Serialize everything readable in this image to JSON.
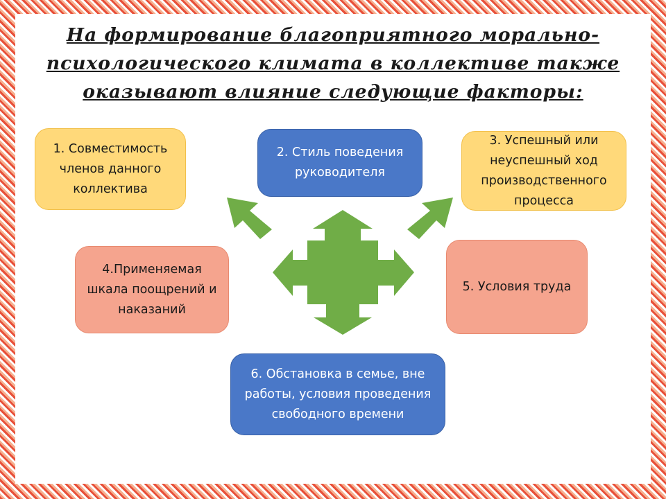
{
  "title": "На формирование благоприятного морально-психологического климата в коллективе также оказывают влияние следующие факторы:",
  "title_lines": [
    "На формирование благоприятного морально-",
    "психологического климата в коллективе также",
    "оказывают влияние следующие факторы:"
  ],
  "factors": [
    {
      "label": "1. Совместимость членов данного коллектива",
      "color": "#ffd97a"
    },
    {
      "label": "2. Стиль поведения руководителя",
      "color": "#4a78c8"
    },
    {
      "label": "3. Успешный или неуспешный ход производственного процесса",
      "color": "#ffd97a"
    },
    {
      "label": "4.Применяемая шкала поощрений и наказаний",
      "color": "#f5a48e"
    },
    {
      "label": "5. Условия труда",
      "color": "#f5a48e"
    },
    {
      "label": "6. Обстановка в семье, вне работы, условия проведения свободного времени",
      "color": "#4a78c8"
    }
  ],
  "colors": {
    "arrow": "#70ad47",
    "frame": "#e8503a"
  }
}
